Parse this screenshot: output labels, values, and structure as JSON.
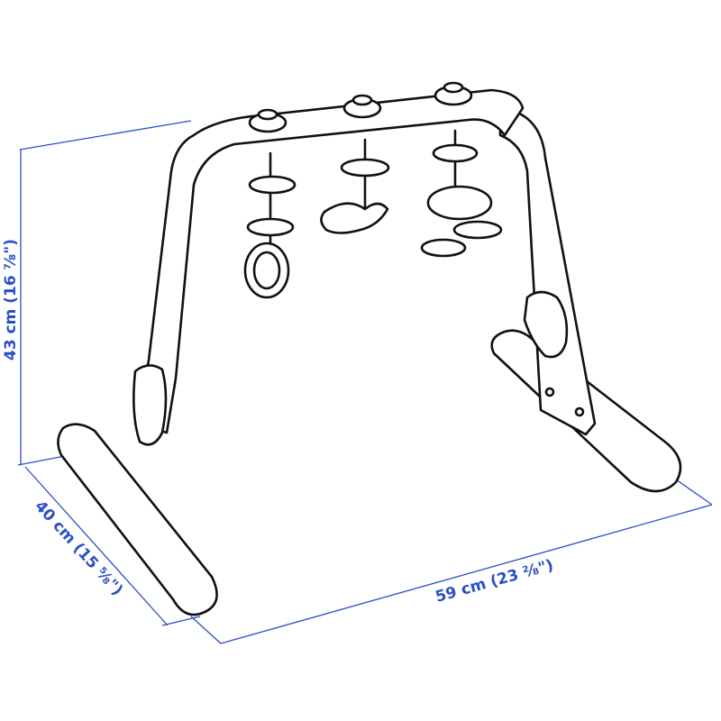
{
  "dimensions": {
    "height": "43 cm (16 ⅞\")",
    "depth": "40 cm (15 ⅝\")",
    "width": "59 cm (23 ²⁄₈\")"
  },
  "colors": {
    "dimension": "#2b4fc4",
    "outline": "#111111"
  }
}
